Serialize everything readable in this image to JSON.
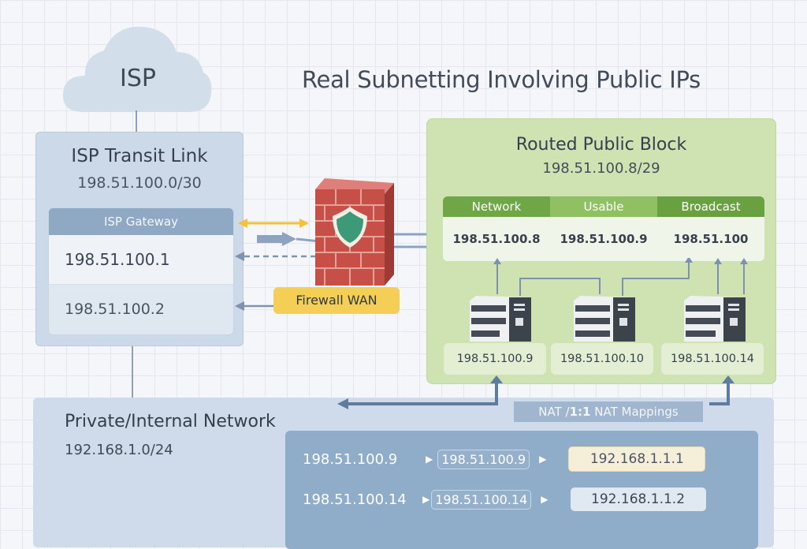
{
  "title": "Real Subnetting Involving Public IPs",
  "isp_cloud": {
    "label": "ISP",
    "icon": "cloud-icon"
  },
  "isp_transit": {
    "title": "ISP Transit Link",
    "subnet": "198.51.100.0/30",
    "gateway_header": "ISP Gateway",
    "gateway_ip": "198.51.100.1",
    "wan_ip": "198.51.100.2"
  },
  "firewall": {
    "label": "Firewall WAN",
    "icon": "firewall-shield-icon"
  },
  "routed_block": {
    "title": "Routed Public Block",
    "subnet": "198.51.100.8/29",
    "columns": [
      "Network",
      "Usable",
      "Broadcast"
    ],
    "values": [
      "198.51.100.8",
      "198.51.100.9",
      "198.51.100"
    ],
    "servers": [
      "198.51.100.9",
      "198.51.100.10",
      "198.51.100.14"
    ]
  },
  "nat": {
    "label_prefix": "NAT /",
    "label_bold": "1:1",
    "label_suffix": " NAT Mappings"
  },
  "private_network": {
    "title": "Private/Internal Network",
    "subnet": "192.168.1.0/24",
    "mappings": [
      {
        "public": "198.51.100.9",
        "via": "198.51.100.9",
        "private": "192.168.1.1.1"
      },
      {
        "public": "198.51.100.14",
        "via": "198.51.100.14",
        "private": "192.168.1.1.2"
      }
    ]
  },
  "colors": {
    "accent_green": "#6fa646",
    "firewall_badge": "#f5cf55",
    "isp_header": "#8fa8c4",
    "arrow": "#7990ad"
  }
}
